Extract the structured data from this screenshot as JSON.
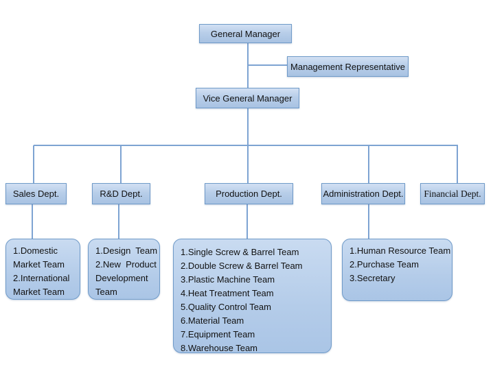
{
  "nodes": {
    "general_manager": {
      "label": "General Manager"
    },
    "management_representative": {
      "label": "Management Representative"
    },
    "vice_general_manager": {
      "label": "Vice General Manager"
    },
    "sales_dept": {
      "label": "Sales Dept."
    },
    "rd_dept": {
      "label": "R&D Dept."
    },
    "production_dept": {
      "label": "Production Dept."
    },
    "administration_dept": {
      "label": "Administration Dept."
    },
    "financial_dept": {
      "label": "Financial Dept."
    }
  },
  "team_lists": {
    "sales": {
      "lines": [
        "1.Domestic",
        "Market Team",
        "2.International",
        "Market Team"
      ]
    },
    "rd": {
      "lines": [
        "1.Design  Team",
        "2.New  Product",
        "Development",
        "Team"
      ]
    },
    "production": {
      "lines": [
        "1.Single Screw & Barrel Team",
        "2.Double Screw & Barrel Team",
        "3.Plastic Machine Team",
        "4.Heat Treatment Team",
        "5.Quality Control Team",
        "6.Material Team",
        "7.Equipment Team",
        "8.Warehouse Team"
      ]
    },
    "administration": {
      "lines": [
        "1.Human Resource Team",
        "2.Purchase Team",
        "3.Secretary"
      ]
    }
  },
  "colors": {
    "box_fill_top": "#d2e0f3",
    "box_fill_bottom": "#a8c2e2",
    "box_border": "#6f9ac8",
    "connector": "#7da3d2",
    "background": "#ffffff",
    "text": "#111111"
  }
}
